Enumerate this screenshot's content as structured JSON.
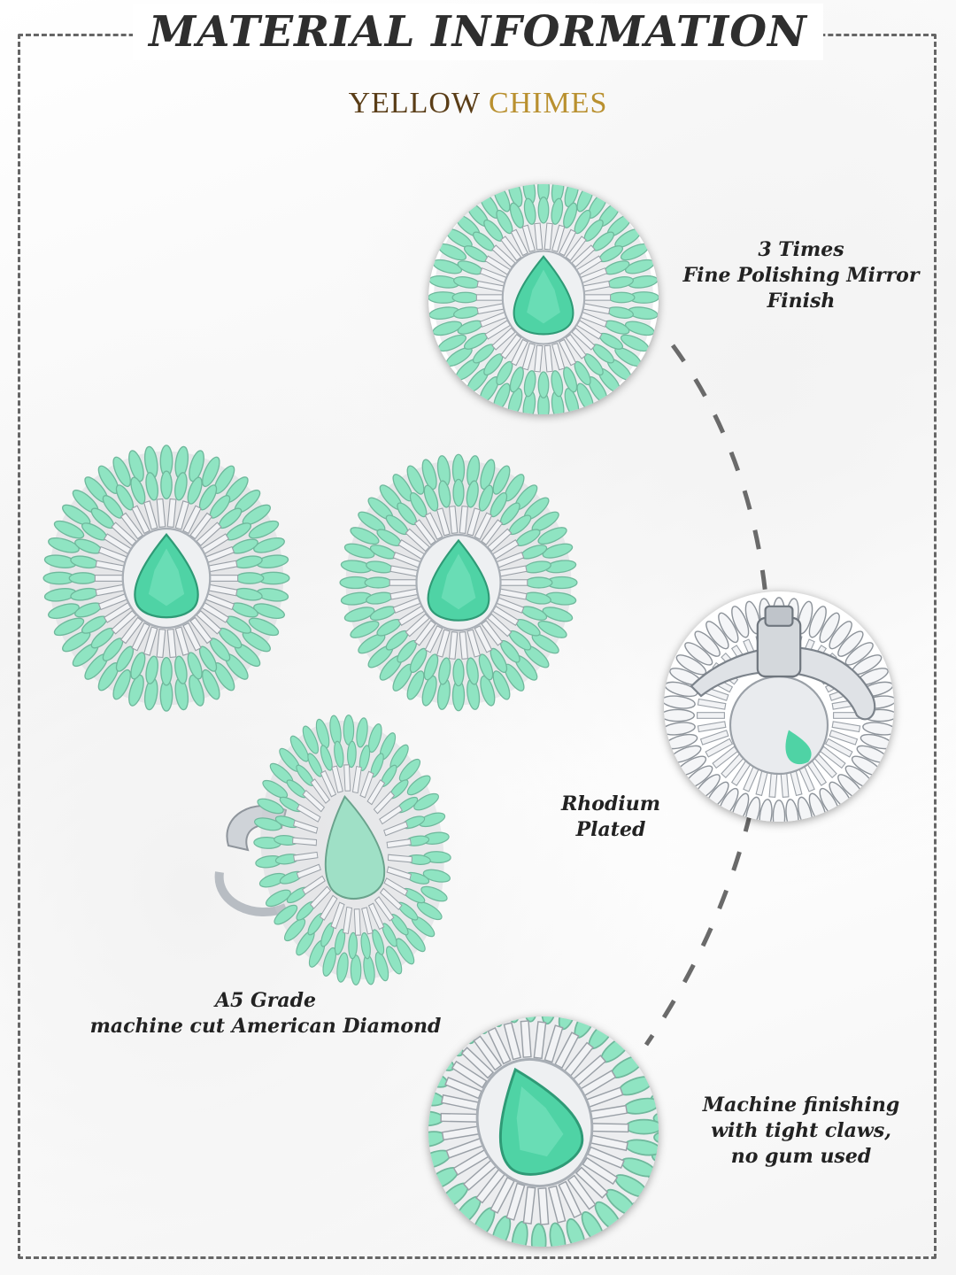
{
  "header": {
    "title": "MATERIAL INFORMATION",
    "brand_part1": "YELLOW ",
    "brand_part2": "CHIMES"
  },
  "features": {
    "polish": {
      "line1": "3 Times",
      "line2": "Fine Polishing Mirror",
      "line3": "Finish"
    },
    "plating": {
      "line1": "Rhodium",
      "line2": "Plated"
    },
    "stones": {
      "line1": "A5 Grade",
      "line2": "machine cut American Diamond"
    },
    "finishing": {
      "line1": "Machine finishing",
      "line2": "with tight claws,",
      "line3": "no gum used"
    }
  },
  "icons": [
    "earring-image",
    "ring-image",
    "closeup-front-image",
    "closeup-back-image",
    "closeup-ring-image"
  ],
  "colors": {
    "gem": "#4fd3a5",
    "petal": "#8fe4c2",
    "metal": "#c9ccd1",
    "accent": "#b9902f"
  }
}
